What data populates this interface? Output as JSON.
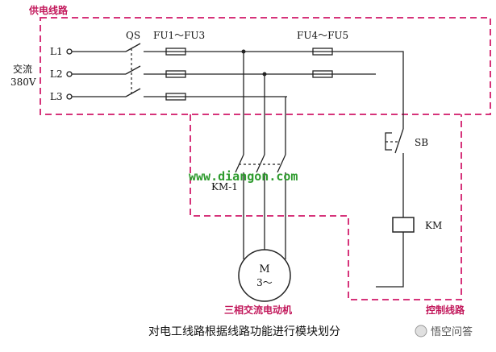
{
  "regions": {
    "supply_circuit": "供电线路",
    "control_circuit": "控制线路",
    "motor_name": "三相交流电动机"
  },
  "source": {
    "label_ac": "交流",
    "label_voltage": "380V",
    "lines": [
      "L1",
      "L2",
      "L3"
    ]
  },
  "components": {
    "switch": "QS",
    "main_fuses": "FU1～FU3",
    "control_fuses": "FU4～FU5",
    "contactor_contacts": "KM-1",
    "button": "SB",
    "coil": "KM",
    "motor_letter": "M",
    "motor_phase": "3～"
  },
  "watermark_url": "www.diangon.com",
  "caption": "对电工线路根据线路功能进行模块划分",
  "brand": "悟空问答",
  "colors": {
    "region_outline": "#d6337a",
    "wire": "#222222",
    "watermark": "#2e9b2e"
  }
}
